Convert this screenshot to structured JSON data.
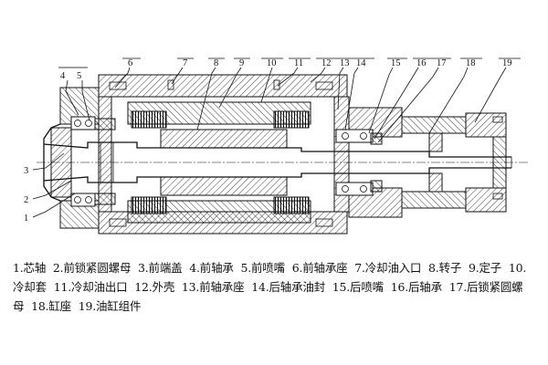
{
  "part_numbers": [
    "4",
    "5",
    "6",
    "7",
    "8",
    "9",
    "10",
    "11",
    "12",
    "13",
    "14",
    "15",
    "16",
    "17",
    "18",
    "19",
    "3",
    "2",
    "1"
  ],
  "legend": [
    "1.芯轴",
    "2.前锁紧圆螺母",
    "3.前端盖",
    "4.前轴承",
    "5.前喷嘴",
    "6.前轴承座",
    "7.冷却油入口",
    "8.转子",
    "9.定子",
    "10.冷却套",
    "11.冷却油出口",
    "12.外壳",
    "13.前轴承座",
    "14.后轴承油封",
    "15.后喷嘴",
    "16.后轴承",
    "17.后锁紧圆螺母",
    "18.缸座",
    "19.油缸组件"
  ]
}
